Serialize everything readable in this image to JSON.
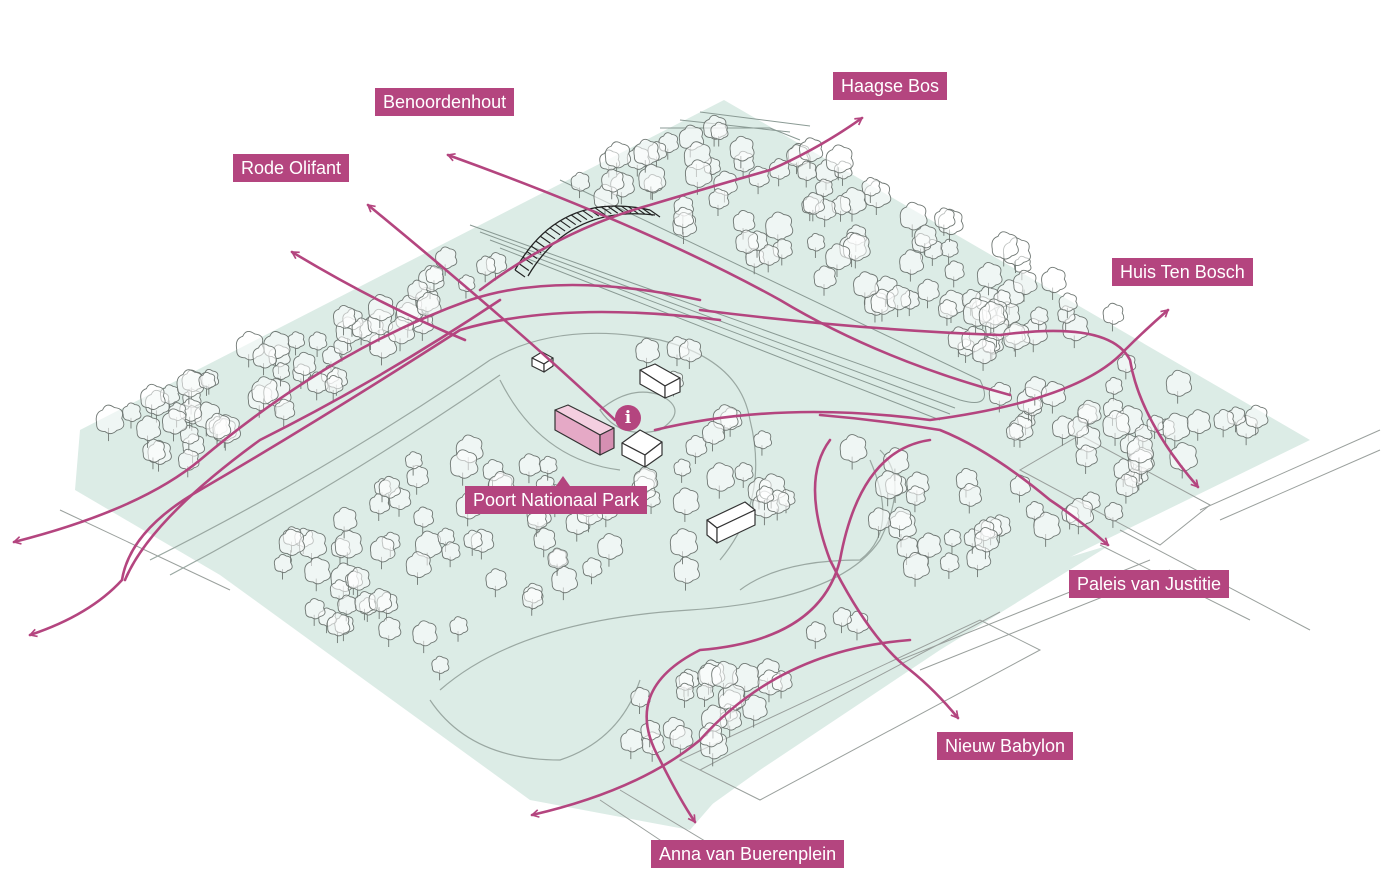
{
  "colors": {
    "route": "#b4457f",
    "label_bg": "#b4457f",
    "label_text": "#ffffff",
    "park_fill": "#dcece6",
    "path_stroke": "#8a9a94",
    "tree_stroke": "#6f7773",
    "building_highlight": "#e5a9c6"
  },
  "destinations": [
    {
      "id": "haagse-bos",
      "label": "Haagse Bos"
    },
    {
      "id": "benoordenhout",
      "label": "Benoordenhout"
    },
    {
      "id": "rode-olifant",
      "label": "Rode Olifant"
    },
    {
      "id": "huis-ten-bosch",
      "label": "Huis Ten Bosch"
    },
    {
      "id": "paleis-van-justitie",
      "label": "Paleis van Justitie"
    },
    {
      "id": "nieuw-babylon",
      "label": "Nieuw Babylon"
    },
    {
      "id": "anna-van-buerenplein",
      "label": "Anna van Buerenplein"
    }
  ],
  "center": {
    "label": "Poort Nationaal Park",
    "info_glyph": "i",
    "icon": "info-icon"
  },
  "icons": {
    "bridge": "ecoduct-bridge-icon",
    "tree": "tree-icon",
    "building": "building-icon"
  }
}
